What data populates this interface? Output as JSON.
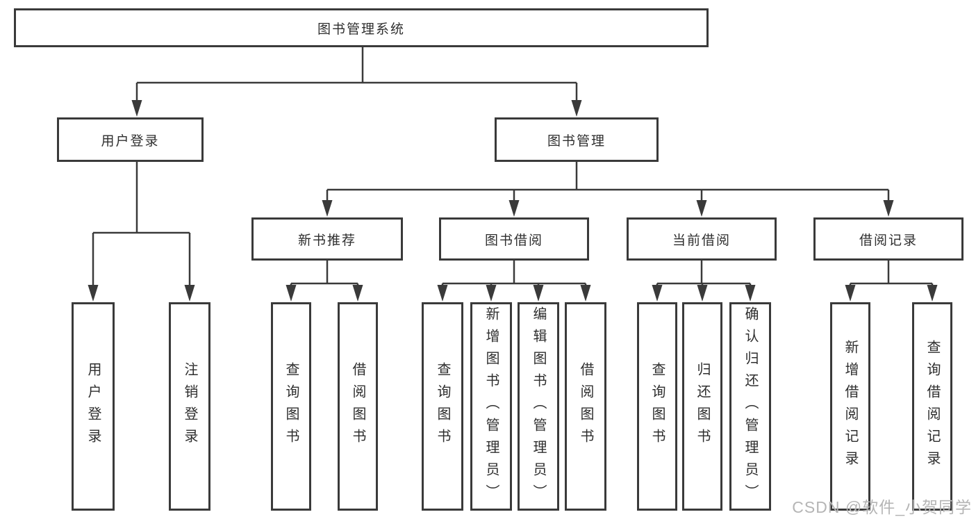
{
  "diagram": {
    "title": "图书管理系统",
    "branches": [
      {
        "label": "用户登录",
        "children": [
          {
            "label": "用户登录"
          },
          {
            "label": "注销登录"
          }
        ]
      },
      {
        "label": "图书管理",
        "children": [
          {
            "label": "新书推荐",
            "children": [
              {
                "label": "查询图书"
              },
              {
                "label": "借阅图书"
              }
            ]
          },
          {
            "label": "图书借阅",
            "children": [
              {
                "label": "查询图书"
              },
              {
                "label": "新增图书（管理员）"
              },
              {
                "label": "编辑图书（管理员）"
              },
              {
                "label": "借阅图书"
              }
            ]
          },
          {
            "label": "当前借阅",
            "children": [
              {
                "label": "查询图书"
              },
              {
                "label": "归还图书"
              },
              {
                "label": "确认归还（管理员）"
              }
            ]
          },
          {
            "label": "借阅记录",
            "children": [
              {
                "label": "新增借阅记录"
              },
              {
                "label": "查询借阅记录"
              }
            ]
          }
        ]
      }
    ]
  },
  "watermark": {
    "text": "CSDN @软件_小贺同学"
  },
  "colors": {
    "line": "#3a3a3a",
    "box_border": "#3a3a3a",
    "text": "#2e2e2e",
    "watermark": "#b5b5b5",
    "background": "#ffffff"
  }
}
